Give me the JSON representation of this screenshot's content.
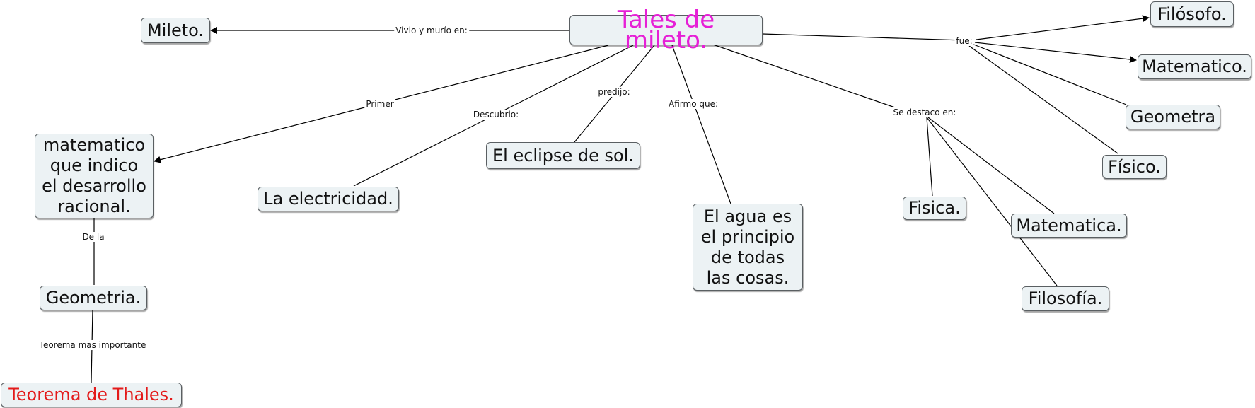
{
  "nodes": {
    "tales": "Tales de mileto.",
    "mileto": "Mileto.",
    "filosofo": "Filósofo.",
    "matematico": "Matematico.",
    "geometra": "Geometra",
    "fisico": "Físico.",
    "matematico_racional": "matematico\nque indico\nel desarrollo\nracional.",
    "electricidad": "La electricidad.",
    "eclipse": "El eclipse de sol.",
    "agua": "El agua es\nel principio\nde todas\nlas cosas.",
    "fisica": "Fisica.",
    "matematica": "Matematica.",
    "filosofia": "Filosofía.",
    "geometria": "Geometria.",
    "teorema": "Teorema de Thales."
  },
  "links": {
    "vivio": "Vivio y murío en:",
    "fue": "fue:",
    "primer": "Primer",
    "descubrio": "Descubrio:",
    "predijo": "predijo:",
    "afirmo": "Afirmo que:",
    "destaco": "Se destaco en:",
    "dela": "De la",
    "teorema_importante": "Teorema mas importante"
  },
  "colors": {
    "node_fill": "#ecf2f4",
    "node_border": "#5a5f62",
    "main_text": "#e61fd6",
    "highlight_text": "#e31a1a",
    "line": "#000000"
  }
}
